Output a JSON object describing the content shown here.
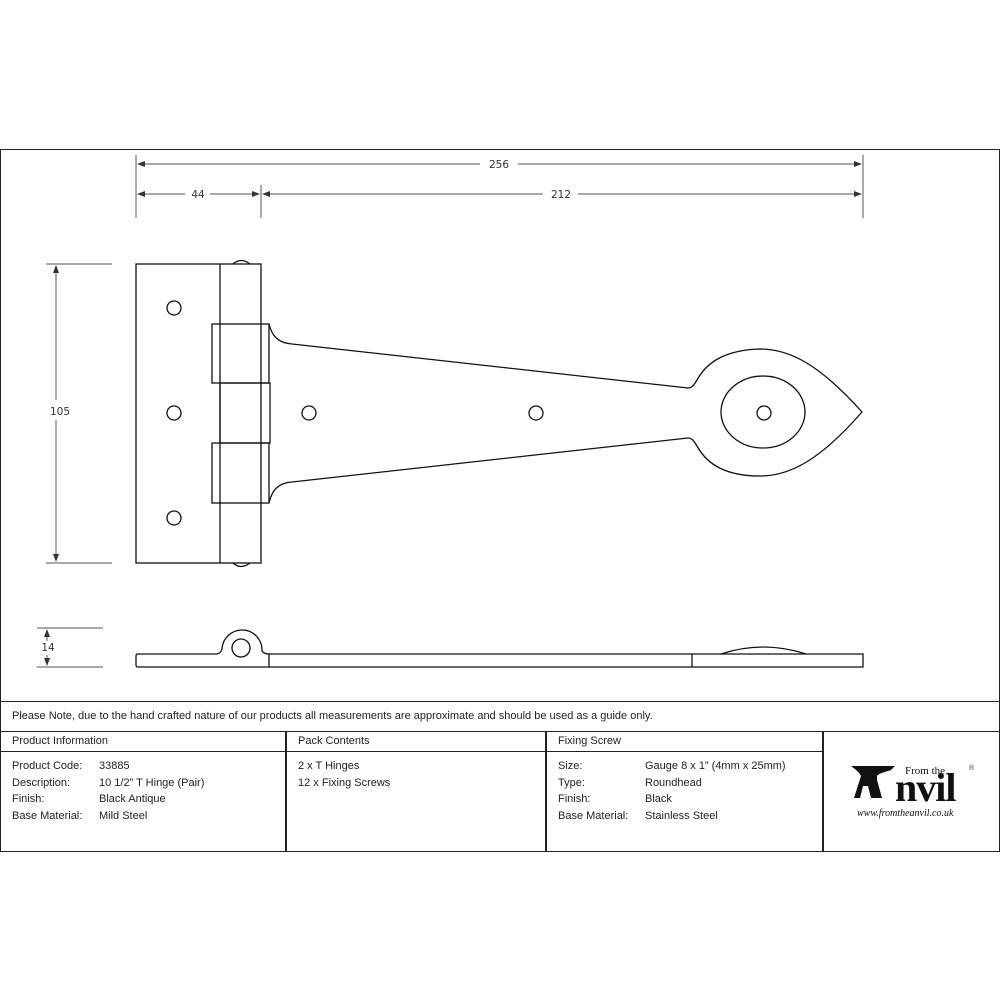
{
  "drawing": {
    "dimensions": {
      "overall_length": "256",
      "leaf_width": "44",
      "strap_length": "212",
      "height": "105",
      "thickness": "14"
    },
    "views": [
      "front-view",
      "side-view"
    ]
  },
  "note": "Please Note, due to the hand crafted nature of our products all measurements are approximate and should be used as a guide only.",
  "product_information": {
    "title": "Product Information",
    "rows": [
      {
        "label": "Product Code:",
        "value": "33885"
      },
      {
        "label": "Description:",
        "value": "10 1/2” T Hinge (Pair)"
      },
      {
        "label": "Finish:",
        "value": "Black Antique"
      },
      {
        "label": "Base Material:",
        "value": "Mild Steel"
      }
    ]
  },
  "pack_contents": {
    "title": "Pack Contents",
    "items": [
      "2 x T Hinges",
      "12 x Fixing Screws"
    ]
  },
  "fixing_screw": {
    "title": "Fixing Screw",
    "rows": [
      {
        "label": "Size:",
        "value": "Gauge 8 x 1” (4mm x 25mm)"
      },
      {
        "label": "Type:",
        "value": "Roundhead"
      },
      {
        "label": "Finish:",
        "value": "Black"
      },
      {
        "label": "Base Material:",
        "value": "Stainless Steel"
      }
    ]
  },
  "logo": {
    "from_the": "From the",
    "brand": "Anvil",
    "registered": "®",
    "url": "www.fromtheanvil.co.uk"
  }
}
